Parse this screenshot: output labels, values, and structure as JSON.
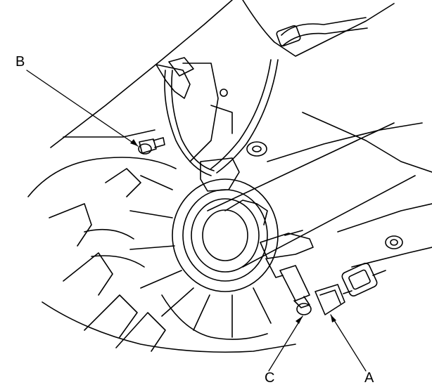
{
  "callouts": {
    "a": {
      "text": "A"
    },
    "b": {
      "text": "B"
    },
    "c": {
      "text": "C"
    }
  },
  "colors": {
    "line": "#000000",
    "background": "#ffffff"
  }
}
